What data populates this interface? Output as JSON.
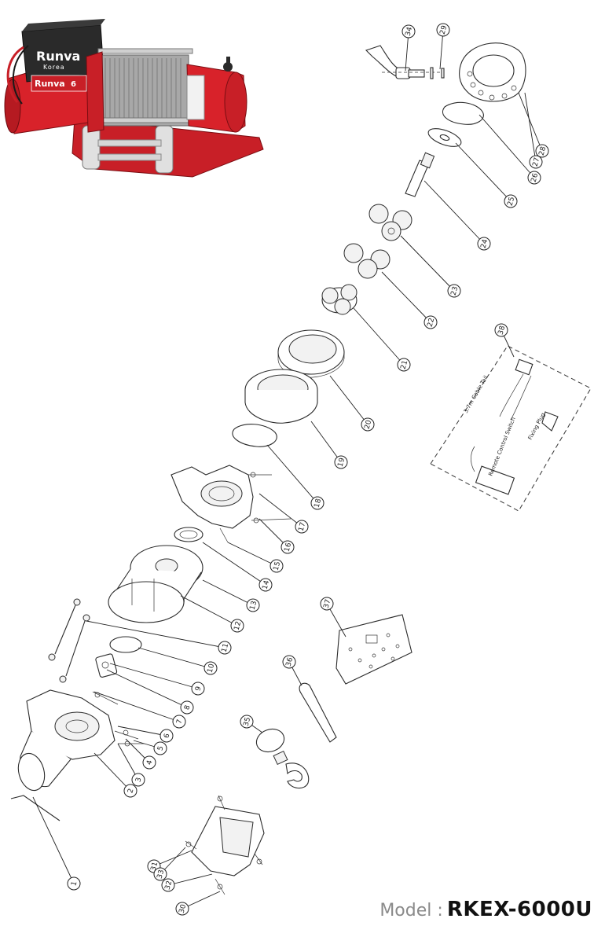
{
  "product": {
    "brand_line1": "Runva",
    "brand_line2": "Korea",
    "side_badge": "Runva",
    "side_number": "6"
  },
  "callouts": [
    "1",
    "2",
    "3",
    "4",
    "5",
    "6",
    "7",
    "8",
    "9",
    "10",
    "11",
    "12",
    "13",
    "14",
    "15",
    "16",
    "17",
    "18",
    "19",
    "20",
    "21",
    "22",
    "23",
    "24",
    "25",
    "26",
    "27",
    "28",
    "29",
    "30",
    "31",
    "32",
    "33",
    "34",
    "35",
    "36",
    "37",
    "38"
  ],
  "remote_box": {
    "text_cable": "3.7m Cable Tail",
    "text_switch": "Remote Control Switch",
    "text_plug": "Fixing Plug"
  },
  "model": {
    "label": "Model :",
    "value": "RKEX-6000U"
  },
  "colors": {
    "winch_red": "#d8222a",
    "cable_grey": "#9a9a9a",
    "ink": "#222222"
  }
}
